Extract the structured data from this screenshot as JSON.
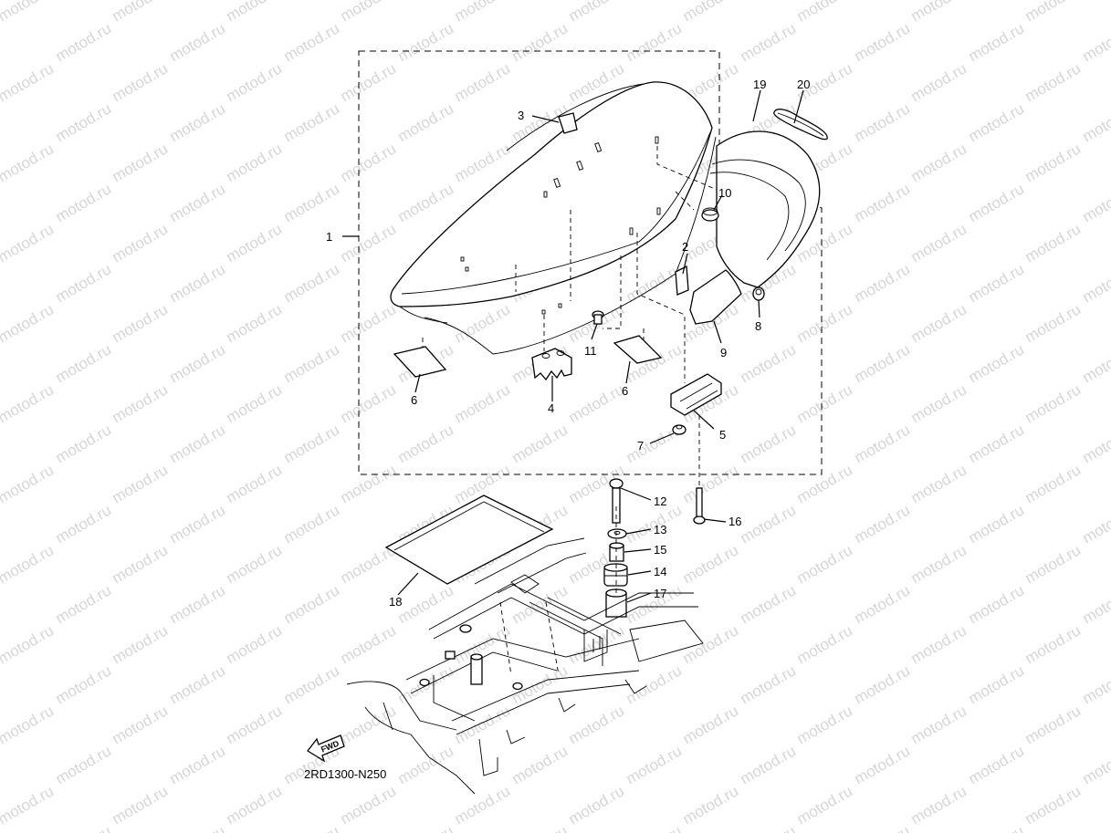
{
  "watermark": {
    "text": "motod.ru"
  },
  "diagram_code": "2RD1300-N250",
  "fwd_label": "FWD",
  "callouts": [
    {
      "id": "c1",
      "label": "1"
    },
    {
      "id": "c2",
      "label": "2"
    },
    {
      "id": "c3",
      "label": "3"
    },
    {
      "id": "c4",
      "label": "4"
    },
    {
      "id": "c5",
      "label": "5"
    },
    {
      "id": "c6a",
      "label": "6"
    },
    {
      "id": "c6b",
      "label": "6"
    },
    {
      "id": "c7",
      "label": "7"
    },
    {
      "id": "c8",
      "label": "8"
    },
    {
      "id": "c9",
      "label": "9"
    },
    {
      "id": "c10",
      "label": "10"
    },
    {
      "id": "c11",
      "label": "11"
    },
    {
      "id": "c12",
      "label": "12"
    },
    {
      "id": "c13",
      "label": "13"
    },
    {
      "id": "c14",
      "label": "14"
    },
    {
      "id": "c15",
      "label": "15"
    },
    {
      "id": "c16",
      "label": "16"
    },
    {
      "id": "c17",
      "label": "17"
    },
    {
      "id": "c18",
      "label": "18"
    },
    {
      "id": "c19",
      "label": "19"
    },
    {
      "id": "c20",
      "label": "20"
    }
  ]
}
